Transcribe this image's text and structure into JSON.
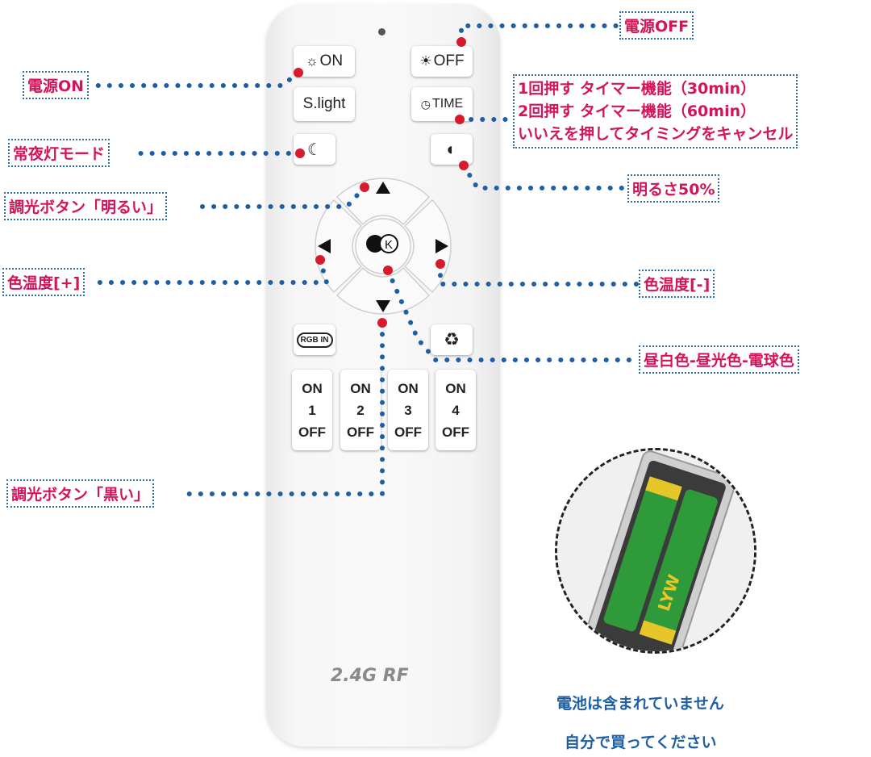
{
  "remote": {
    "buttons": {
      "on": "ON",
      "off": "OFF",
      "slight": "S.light",
      "time": "TIME",
      "k": "K"
    },
    "channels": [
      {
        "on": "ON",
        "num": "1",
        "off": "OFF"
      },
      {
        "on": "ON",
        "num": "2",
        "off": "OFF"
      },
      {
        "on": "ON",
        "num": "3",
        "off": "OFF"
      },
      {
        "on": "ON",
        "num": "4",
        "off": "OFF"
      }
    ],
    "rgb_label": "RGB IN",
    "brand": "2.4G RF"
  },
  "callouts": {
    "power_off": "電源OFF",
    "power_on": "電源ON",
    "timer": [
      "1回押す タイマー機能（30min）",
      "2回押す タイマー機能（60min）",
      "いいえを押してタイミングをキャンセル"
    ],
    "night_light": "常夜灯モード",
    "brightness_50": "明るさ50%",
    "dim_bright": "調光ボタン「明るい」",
    "color_temp_plus": "色温度[+]",
    "color_temp_minus": "色温度[-]",
    "color_cycle": "昼白色-昼光色-電球色",
    "dim_dark": "調光ボタン「黒い」"
  },
  "battery": {
    "brand": "LYW",
    "note_line1": "電池は含まれていません",
    "note_line2": "自分で買ってください"
  },
  "colors": {
    "callout_text": "#d4145a",
    "dots": "#1e5fa3",
    "marker": "#d81b2c",
    "battery_green": "#2f9a3a"
  }
}
